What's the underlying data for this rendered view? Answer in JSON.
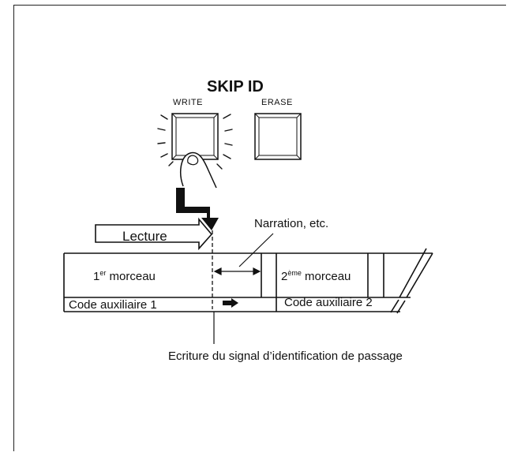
{
  "title": "SKIP ID",
  "buttons": {
    "write_label": "WRITE",
    "erase_label": "ERASE"
  },
  "labels": {
    "playback": "Lecture",
    "narration": "Narration, etc.",
    "track1_prefix": "1",
    "track1_sup": "er",
    "track1_suffix": " morceau",
    "track2_prefix": "2",
    "track2_sup": "ème",
    "track2_suffix": " morceau",
    "aux_code_1": "Code auxiliaire 1",
    "aux_code_2": "Code auxiliaire 2",
    "caption": "Ecriture du signal d’identification de passage"
  }
}
